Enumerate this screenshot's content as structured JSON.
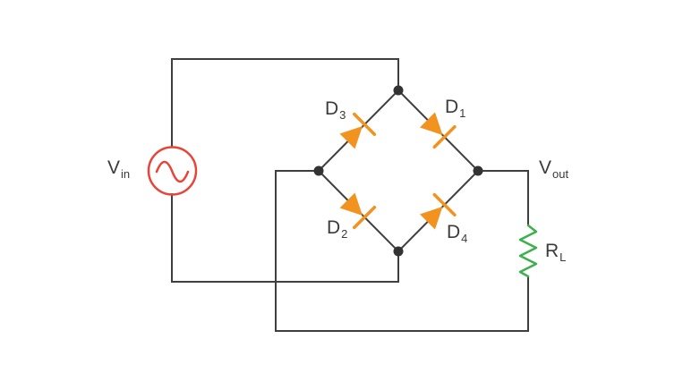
{
  "labels": {
    "vin": {
      "main": "V",
      "sub": "in"
    },
    "vout": {
      "main": "V",
      "sub": "out"
    },
    "rl": {
      "main": "R",
      "sub": "L"
    },
    "d1": {
      "main": "D",
      "sub": "1"
    },
    "d2": {
      "main": "D",
      "sub": "2"
    },
    "d3": {
      "main": "D",
      "sub": "3"
    },
    "d4": {
      "main": "D",
      "sub": "4"
    }
  },
  "symbols": {
    "source": "ac-sine-source",
    "diode": "diode-triangle-bar",
    "resistor": "zigzag-resistor",
    "junction": "connection-dot"
  },
  "colors": {
    "background": "#ffffff",
    "wire": "#3f3f3f",
    "node": "#333333",
    "source_red": "#e8453a",
    "diode_orange": "#f2931f",
    "resistor_green": "#3cb04c",
    "text": "#3b3b3b"
  }
}
